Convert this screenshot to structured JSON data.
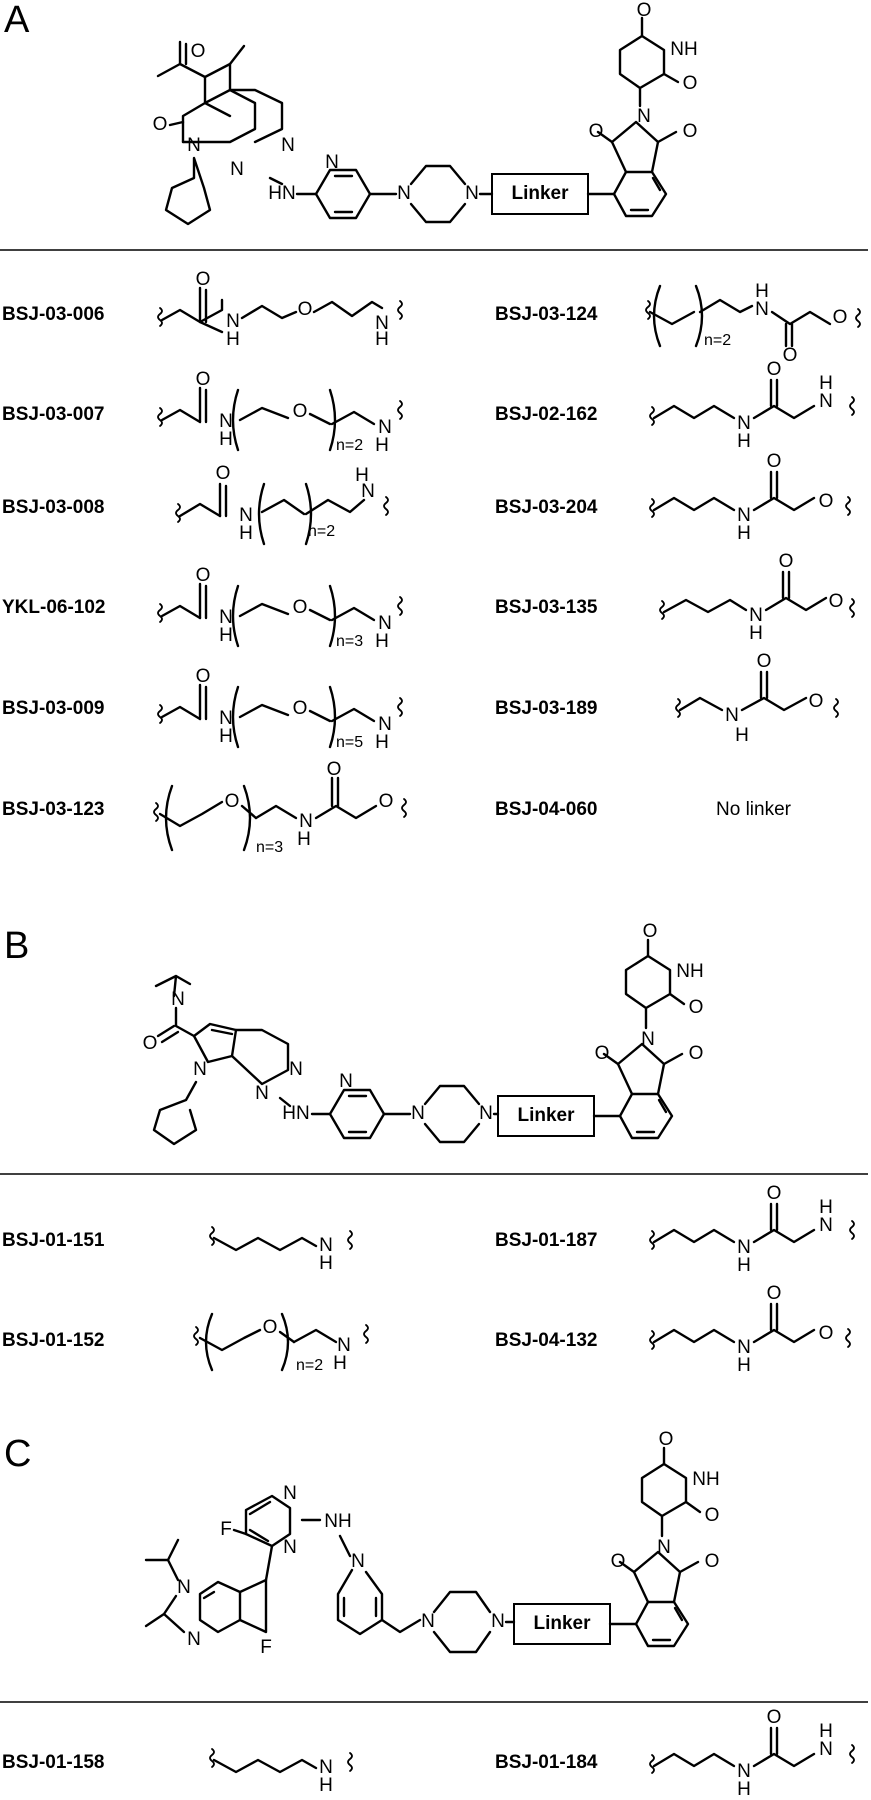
{
  "panels": [
    {
      "label": "A",
      "linker_box": "Linker",
      "compounds": [
        {
          "id": "BSJ-03-006"
        },
        {
          "id": "BSJ-03-124",
          "n": "n=2"
        },
        {
          "id": "BSJ-03-007",
          "n": "n=2"
        },
        {
          "id": "BSJ-02-162"
        },
        {
          "id": "BSJ-03-008",
          "n": "n=2"
        },
        {
          "id": "BSJ-03-204"
        },
        {
          "id": "YKL-06-102",
          "n": "n=3"
        },
        {
          "id": "BSJ-03-135"
        },
        {
          "id": "BSJ-03-009",
          "n": "n=5"
        },
        {
          "id": "BSJ-03-189"
        },
        {
          "id": "BSJ-03-123",
          "n": "n=3"
        },
        {
          "id": "BSJ-04-060",
          "note": "No linker"
        }
      ]
    },
    {
      "label": "B",
      "linker_box": "Linker",
      "compounds": [
        {
          "id": "BSJ-01-151"
        },
        {
          "id": "BSJ-01-187"
        },
        {
          "id": "BSJ-01-152",
          "n": "n=2"
        },
        {
          "id": "BSJ-04-132"
        }
      ]
    },
    {
      "label": "C",
      "linker_box": "Linker",
      "compounds": [
        {
          "id": "BSJ-01-158"
        },
        {
          "id": "BSJ-01-184"
        }
      ]
    }
  ],
  "atoms": {
    "O": "O",
    "N": "N",
    "NH": "NH",
    "HN": "HN",
    "H": "H",
    "F": "F"
  }
}
